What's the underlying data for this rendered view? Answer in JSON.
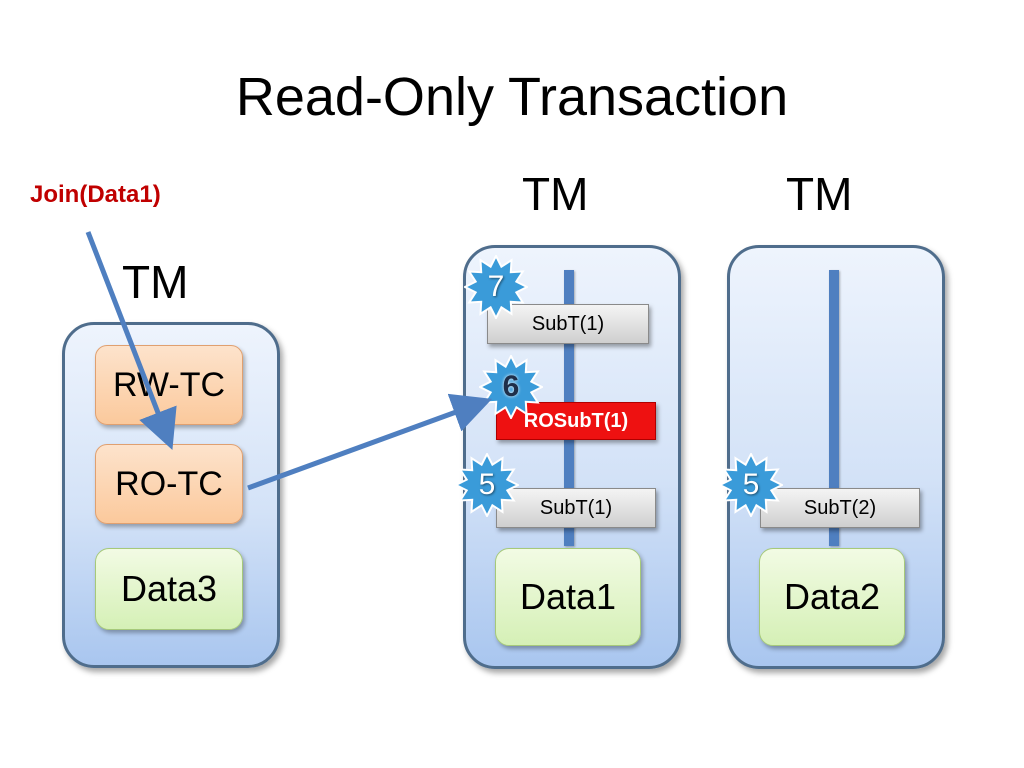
{
  "title": "Read-Only Transaction",
  "join_label": "Join(Data1)",
  "tm_labels": [
    "TM",
    "TM",
    "TM"
  ],
  "left_panel": {
    "rw_tc": "RW-TC",
    "ro_tc": "RO-TC",
    "data": "Data3"
  },
  "middle_panel": {
    "steps": [
      {
        "badge": "7",
        "label": "SubT(1)"
      },
      {
        "badge": "6",
        "label": "ROSubT(1)"
      },
      {
        "badge": "5",
        "label": "SubT(1)"
      }
    ],
    "data": "Data1"
  },
  "right_panel": {
    "steps": [
      {
        "badge": "5",
        "label": "SubT(2)"
      }
    ],
    "data": "Data2"
  },
  "colors": {
    "arrow": "#4f7fc0",
    "join_text": "#c00000",
    "rosubt": "#ee1111",
    "star_fill": "#3a9bd9"
  }
}
